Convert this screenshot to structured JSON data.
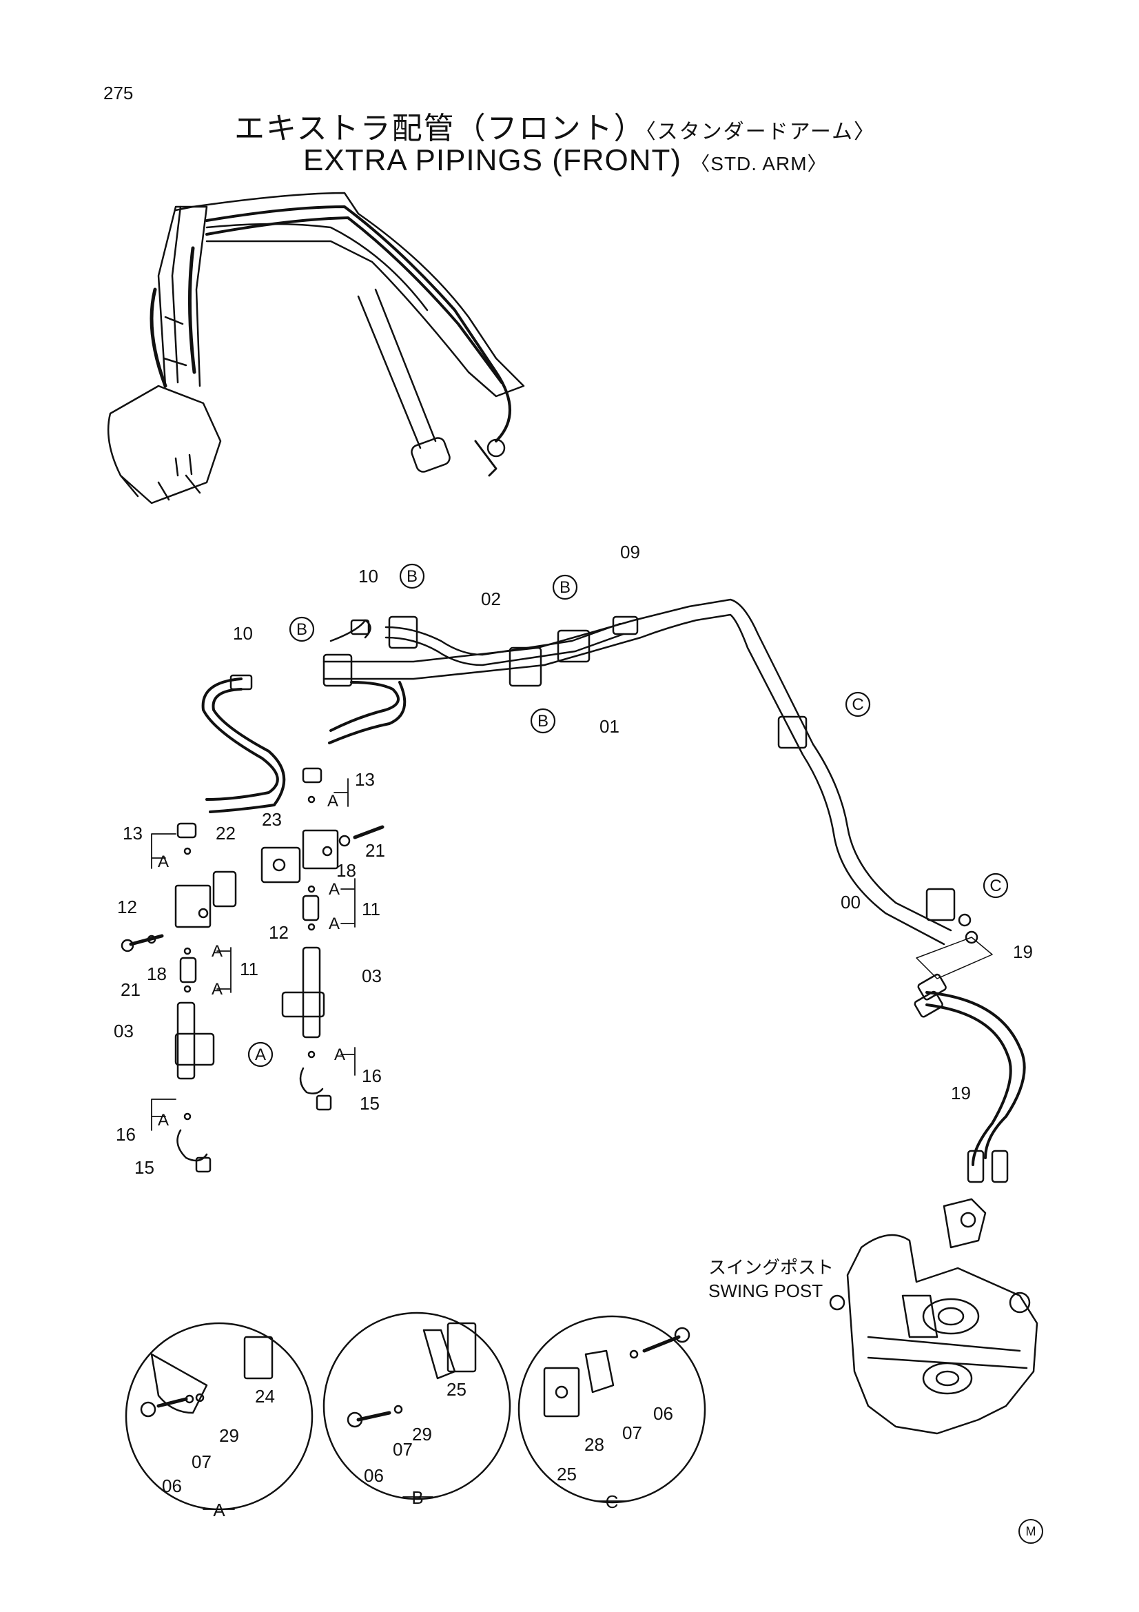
{
  "page_number": "275",
  "title_jp": "エキストラ配管（フロント）",
  "title_jp_sub": "〈スタンダードアーム〉",
  "title_en": "EXTRA PIPINGS (FRONT)",
  "title_en_sub": "〈STD. ARM〉",
  "swing_post_jp": "スイングポスト",
  "swing_post_en": "SWING POST",
  "corner_mark": "M",
  "part_labels": [
    "00",
    "01",
    "02",
    "03",
    "03",
    "06",
    "06",
    "06",
    "07",
    "07",
    "07",
    "09",
    "10",
    "10",
    "11",
    "11",
    "12",
    "12",
    "13",
    "13",
    "15",
    "15",
    "16",
    "16",
    "18",
    "18",
    "19",
    "19",
    "21",
    "21",
    "22",
    "23",
    "24",
    "25",
    "25",
    "28",
    "29",
    "29"
  ],
  "callouts": {
    "A": "A",
    "B": "B",
    "C": "C"
  },
  "detail_views": [
    "A",
    "B",
    "C"
  ]
}
